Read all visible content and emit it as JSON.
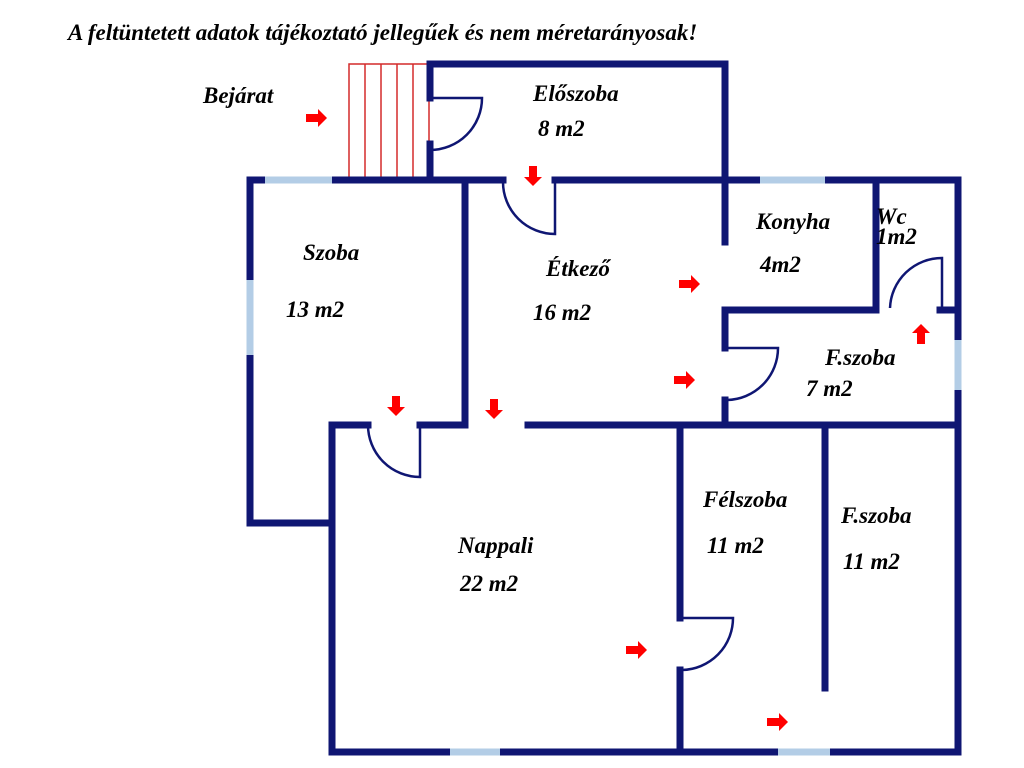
{
  "notice": "A feltüntetett adatok tájékoztató jellegűek és nem méretarányosak!",
  "entrance_label": "Bejárat",
  "rooms": {
    "eloszoba": {
      "name": "Előszoba",
      "area": "8 m2"
    },
    "szoba": {
      "name": "Szoba",
      "area": "13 m2"
    },
    "etkezo": {
      "name": "Étkező",
      "area": "16 m2"
    },
    "konyha": {
      "name": "Konyha",
      "area": "4m2"
    },
    "wc": {
      "name": "Wc",
      "area": "1m2"
    },
    "fszoba_small": {
      "name": "F.szoba",
      "area": "7 m2"
    },
    "nappali": {
      "name": "Nappali",
      "area": "22 m2"
    },
    "felszoba": {
      "name": "Félszoba",
      "area": "11 m2"
    },
    "fszoba_large": {
      "name": "F.szoba",
      "area": "11 m2"
    }
  },
  "colors": {
    "wall": "#0f1673",
    "window": "#b3cde6",
    "arrow": "#ff0000",
    "stairs": "#d42a2a"
  }
}
